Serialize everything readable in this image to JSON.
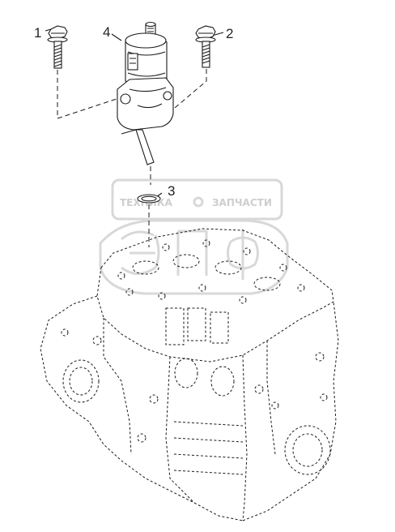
{
  "callouts": {
    "bolt_left": "1",
    "bolt_right": "2",
    "o_ring": "3",
    "solenoid": "4"
  },
  "watermark": {
    "left_text": "ТЕХНИКА",
    "right_text": "ЗАПЧАСТИ",
    "logo": "ЭПФ"
  }
}
